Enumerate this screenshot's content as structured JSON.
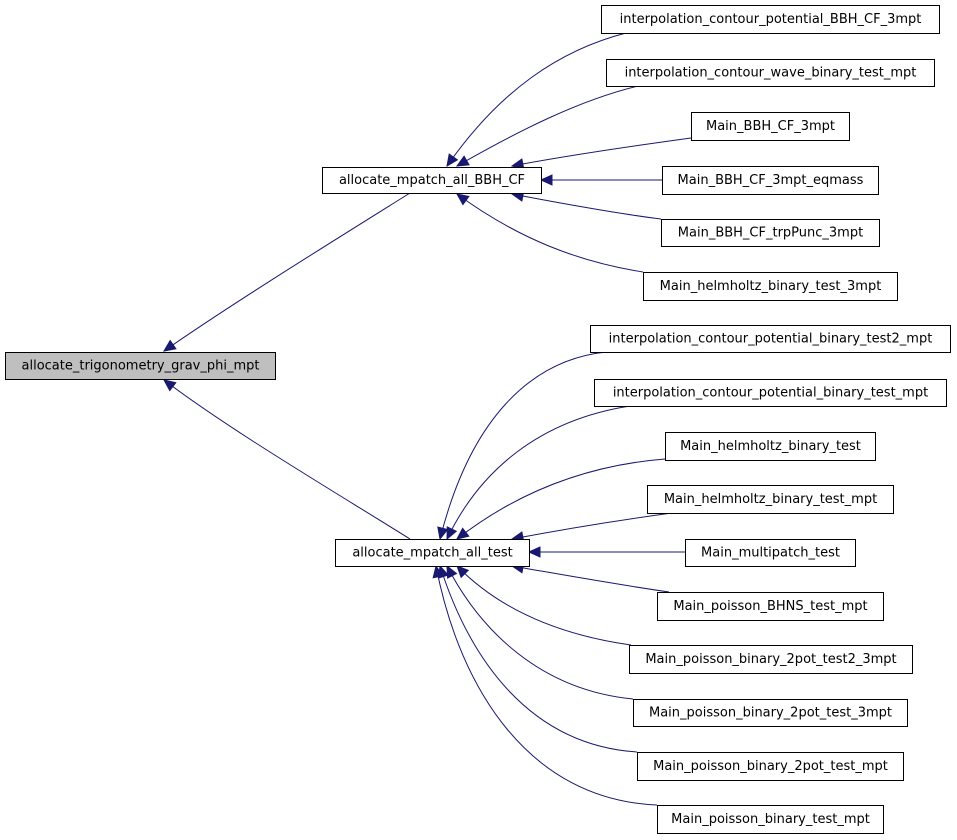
{
  "graph": {
    "edge_color": "#191970",
    "root_fill": "#bfbfbf",
    "nodes": {
      "root": "allocate_trigonometry_grav_phi_mpt",
      "bbh": "allocate_mpatch_all_BBH_CF",
      "test": "allocate_mpatch_all_test",
      "n1": "interpolation_contour_potential_BBH_CF_3mpt",
      "n2": "interpolation_contour_wave_binary_test_mpt",
      "n3": "Main_BBH_CF_3mpt",
      "n4": "Main_BBH_CF_3mpt_eqmass",
      "n5": "Main_BBH_CF_trpPunc_3mpt",
      "n6": "Main_helmholtz_binary_test_3mpt",
      "m1": "interpolation_contour_potential_binary_test2_mpt",
      "m2": "interpolation_contour_potential_binary_test_mpt",
      "m3": "Main_helmholtz_binary_test",
      "m4": "Main_helmholtz_binary_test_mpt",
      "m5": "Main_multipatch_test",
      "m6": "Main_poisson_BHNS_test_mpt",
      "m7": "Main_poisson_binary_2pot_test2_3mpt",
      "m8": "Main_poisson_binary_2pot_test_3mpt",
      "m9": "Main_poisson_binary_2pot_test_mpt",
      "m10": "Main_poisson_binary_test_mpt"
    }
  }
}
